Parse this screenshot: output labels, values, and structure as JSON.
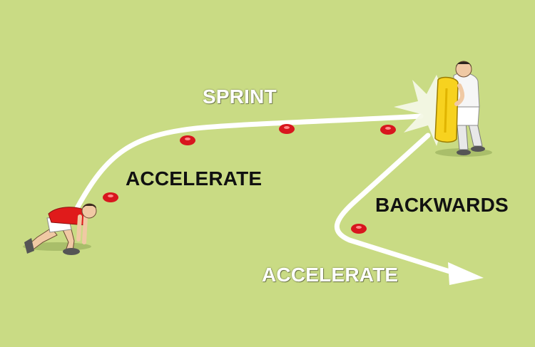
{
  "diagram": {
    "labels": {
      "sprint": "SPRINT",
      "accelerate_first": "ACCELERATE",
      "backwards": "BACKWARDS",
      "accelerate_second": "ACCELERATE"
    },
    "colors": {
      "field": "#c9db84",
      "path": "#ffffff",
      "cone": "#d8161e",
      "tackle_shield": "#f7d21f",
      "attacker_shirt": "#e01b1b",
      "defender_kit": "#f4f4f4"
    },
    "items": {
      "attacker": "player-crouched-start",
      "defender": "player-holding-tackle-shield",
      "cones": 5
    }
  }
}
